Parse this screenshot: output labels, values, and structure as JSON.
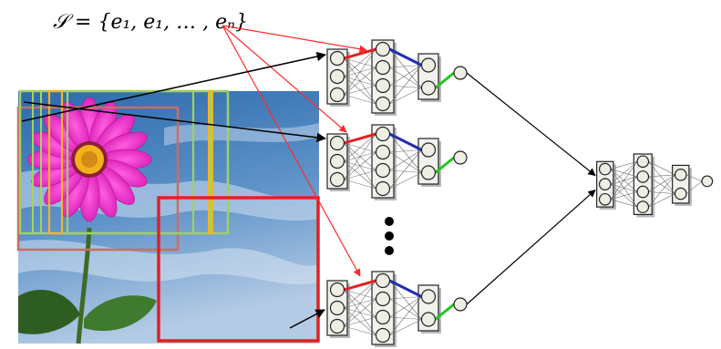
{
  "formula": "𝒮 = {e₁, e₁, … , eₙ}",
  "colors": {
    "red": "#e32020",
    "blue": "#1f2fb3",
    "green": "#22c51e",
    "box_orange": "#f6b51e",
    "box_light_green": "#a4d45f",
    "box_rose": "#c86e64",
    "sky_top": "#2f6fb0",
    "sky_bottom": "#b8cde6",
    "flower_magenta": "#e321c1",
    "flower_center": "#f2b21c",
    "node_fill": "#efeee3",
    "arrow_red": "#ff2a2a",
    "arrow_black": "#000000"
  },
  "icons": [
    "flower-photo",
    "neural-network-icon",
    "ellipsis-dots"
  ]
}
